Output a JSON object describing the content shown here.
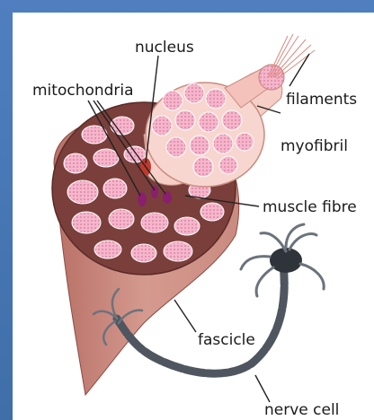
{
  "labels": {
    "nucleus": "nucleus",
    "mitochondria": "mitochondria",
    "filaments": "filaments",
    "myofibril": "myofibril",
    "muscle_fibre": "muscle fibre",
    "fascicle": "fascicle",
    "nerve_cell": "nerve cell"
  },
  "colors": {
    "background": "#3f6ea8",
    "panel": "#ffffff",
    "muscle_skin": "#c98b80",
    "muscle_shadow": "#9c5c54",
    "fibre_pink": "#f5b6cc",
    "fibre_dark": "#d7799a",
    "myofibril": "#f7c9c8",
    "mitochondria": "#8a1f6d",
    "nucleus": "#c0392b",
    "nerve": "#5f6670"
  }
}
